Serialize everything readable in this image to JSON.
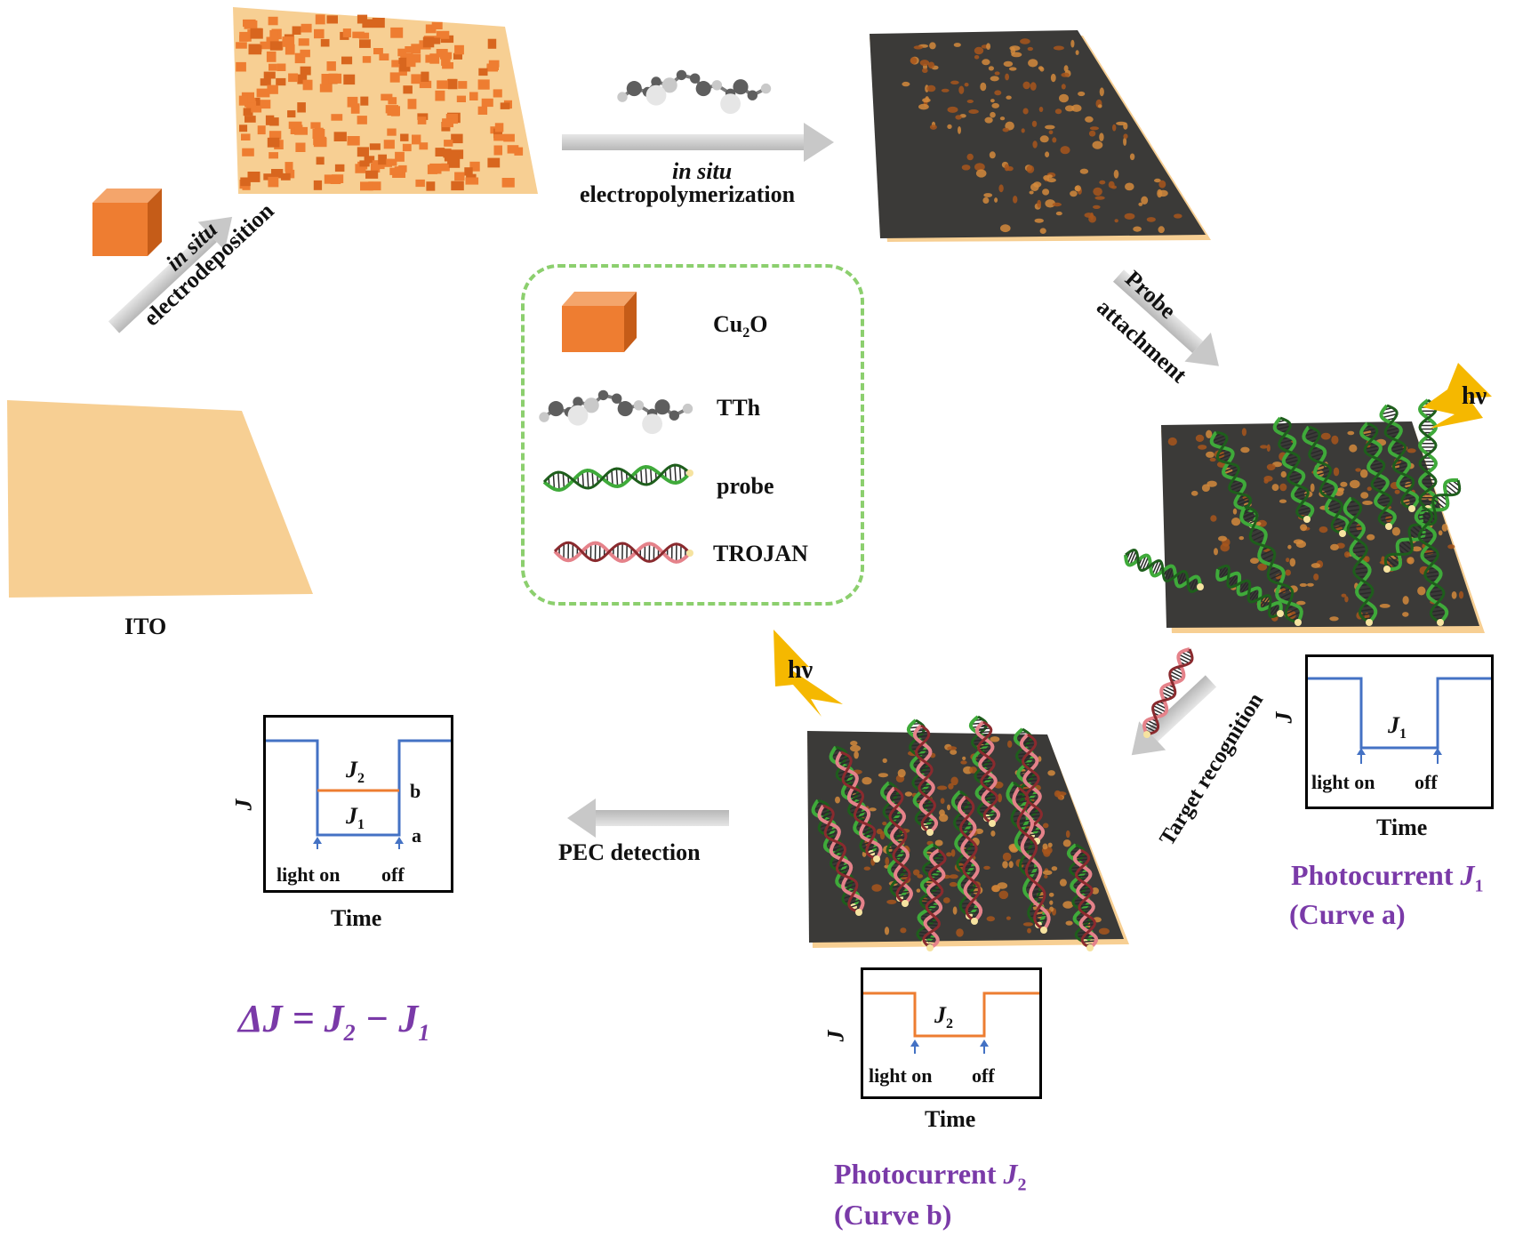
{
  "steps": {
    "ito": "ITO",
    "electrodeposition_italic": "in situ",
    "electrodeposition": "electrodeposition",
    "electropolymerization_italic": "in situ",
    "electropolymerization": "electropolymerization",
    "probe_line1": "Probe",
    "probe_line2": "attachment",
    "target_recognition": "Target recognition",
    "pec_detection": "PEC detection",
    "hv": "hν"
  },
  "legend": {
    "items": [
      {
        "label": "Cu",
        "sub": "2",
        "tail": "O"
      },
      {
        "label": "TTh"
      },
      {
        "label": "probe"
      },
      {
        "label": "TROJAN"
      }
    ]
  },
  "plots": {
    "curve_a": {
      "axis_y": "J",
      "axis_x": "Time",
      "light_on": "light on",
      "off": "off",
      "j_label": "J",
      "j_sub": "1",
      "caption_line1": "Photocurrent ",
      "caption_j": "J",
      "caption_sub": "1",
      "caption_line2": "(Curve a)"
    },
    "curve_b": {
      "axis_y": "J",
      "axis_x": "Time",
      "light_on": "light on",
      "off": "off",
      "j_label": "J",
      "j_sub": "2",
      "caption_line1": "Photocurrent ",
      "caption_j": "J",
      "caption_sub": "2",
      "caption_line2": "(Curve b)"
    },
    "combined": {
      "axis_y": "J",
      "axis_x": "Time",
      "light_on": "light on",
      "off": "off",
      "j2": "J",
      "j2_sub": "2",
      "j1": "J",
      "j1_sub": "1",
      "b": "b",
      "a": "a"
    }
  },
  "equation": {
    "delta": "ΔJ = J",
    "s2": "2",
    "minus": " − J",
    "s1": "1"
  },
  "colors": {
    "ito": "#f7cf93",
    "cu2o": "#ee7d31",
    "film": "#3b3a38",
    "arrow": "#c8c8c8",
    "purple": "#7a3aa8",
    "legend_border": "#8ccf6e",
    "curve_a": "#4472c4",
    "curve_b": "#ed7d31",
    "lightning": "#f5b800"
  }
}
